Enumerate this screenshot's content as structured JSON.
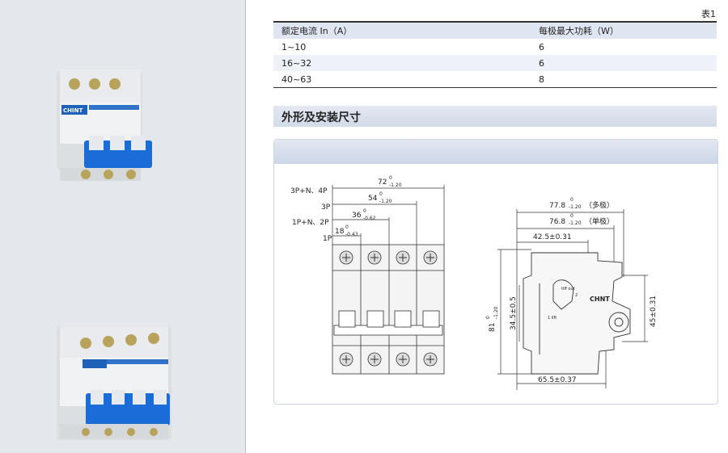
{
  "table": {
    "note": "表1",
    "headers": [
      "额定电流 In（A）",
      "每极最大功耗（W）"
    ],
    "rows": [
      {
        "current": "1~10",
        "power": "6"
      },
      {
        "current": "16~32",
        "power": "6"
      },
      {
        "current": "40~63",
        "power": "8"
      }
    ]
  },
  "section": {
    "title": "外形及安装尺寸"
  },
  "products": {
    "brand": "CHINT"
  },
  "front_view": {
    "pole_labels": [
      "3P+N、4P",
      "3P",
      "1P+N、2P",
      "1P"
    ],
    "dims": {
      "d4": {
        "main": "72",
        "up": "0",
        "down": "-1.20"
      },
      "d3": {
        "main": "54",
        "up": "0",
        "down": "-1.20"
      },
      "d2": {
        "main": "36",
        "up": "0",
        "down": "-0.62"
      },
      "d1": {
        "main": "18",
        "up": "0",
        "down": "-0.43"
      }
    }
  },
  "side_view": {
    "dim_multi": {
      "main": "77.8",
      "up": "0",
      "down": "-1.20",
      "note": "（多极）"
    },
    "dim_single": {
      "main": "76.8",
      "up": "0",
      "down": "-1.20",
      "note": "（单极）"
    },
    "dim_half": "42.5±0.31",
    "dim_height": {
      "main": "81",
      "up": "0",
      "down": "-1.20"
    },
    "dim_rail": "34.5±0.5",
    "dim_right": "45±0.31",
    "dim_bottom": "65.5±0.37",
    "brand": "CHNT",
    "tiff_out": "tiff out",
    "lift": "1 lift",
    "num2": "2"
  }
}
